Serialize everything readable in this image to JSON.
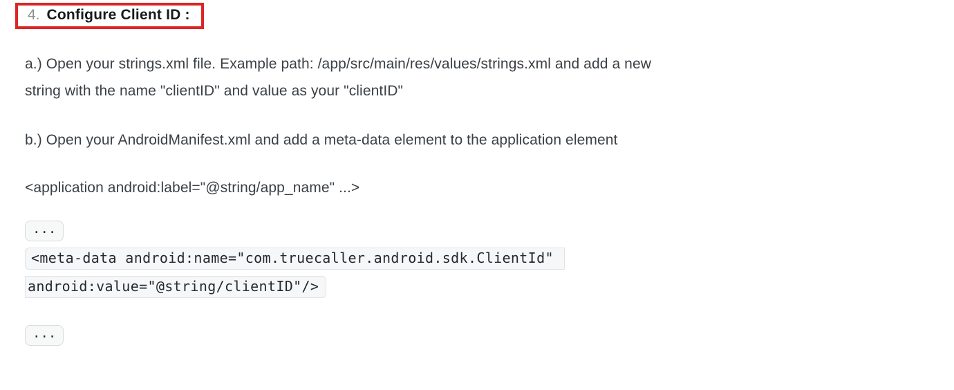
{
  "heading": {
    "number": "4.",
    "title": "Configure Client ID :",
    "annotation_color": "#dc2626",
    "number_color": "#8d9196"
  },
  "paragraphs": {
    "step_a": {
      "line1": "a.) Open your strings.xml file. Example path: /app/src/main/res/values/strings.xml and add a new",
      "line2": "string with the name \"clientID\" and value as your \"clientID\""
    },
    "step_b": "b.) Open your AndroidManifest.xml and add a meta-data element to the application element",
    "application_tag": "<application android:label=\"@string/app_name\" ...>"
  },
  "code": {
    "ellipsis_top": "...",
    "meta_data_line1": "<meta-data android:name=\"com.truecaller.android.sdk.ClientId\"",
    "meta_data_line2": "android:value=\"@string/clientID\"/>",
    "ellipsis_bottom": "...",
    "background_color": "#f6f7f8",
    "border_color": "#e0e3e6",
    "text_color": "#24292f"
  },
  "colors": {
    "page_background": "#ffffff",
    "body_text": "#3b4045",
    "heading_text": "#17191c"
  }
}
